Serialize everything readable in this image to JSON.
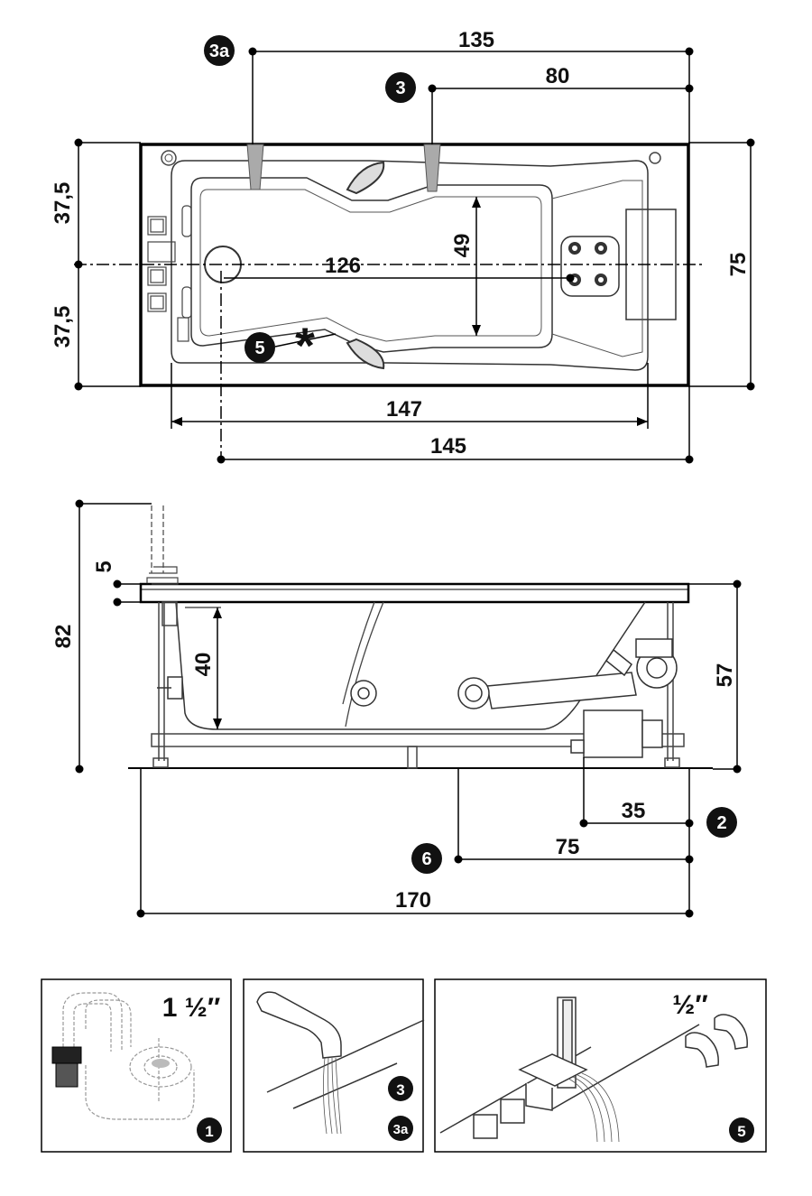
{
  "top_view": {
    "dims": {
      "d135": "135",
      "d80": "80",
      "d126": "126",
      "d49": "49",
      "d147": "147",
      "d145": "145",
      "d75": "75",
      "d37a": "37,5",
      "d37b": "37,5"
    },
    "badges": {
      "b3a": "3a",
      "b3": "3",
      "b5": "5"
    },
    "asterisk": "*"
  },
  "side_view": {
    "dims": {
      "d82": "82",
      "d5": "5",
      "d40": "40",
      "d57": "57",
      "d35": "35",
      "d75": "75",
      "d170": "170"
    },
    "badges": {
      "b2": "2",
      "b6": "6"
    }
  },
  "detail_panels": [
    {
      "size": "1 ½″",
      "badges": [
        "1"
      ]
    },
    {
      "size": "",
      "badges": [
        "3",
        "3a"
      ]
    },
    {
      "size": "½″",
      "badges": [
        "5"
      ]
    }
  ]
}
